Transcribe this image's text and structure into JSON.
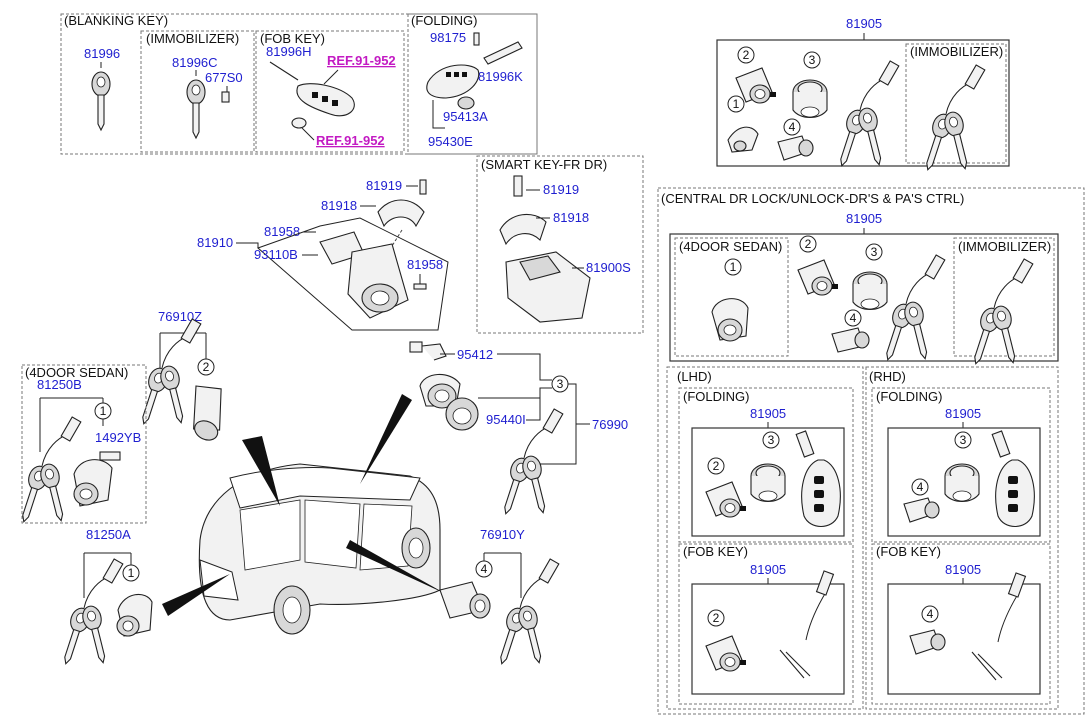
{
  "groups": {
    "blanking_key": "(BLANKING KEY)",
    "immobilizer_top": "(IMMOBILIZER)",
    "fob_key_top": "(FOB KEY)",
    "folding_top": "(FOLDING)",
    "smart_key": "(SMART KEY-FR DR)",
    "four_door_left": "(4DOOR SEDAN)",
    "immobilizer_right": "(IMMOBILIZER)",
    "central": "(CENTRAL DR LOCK/UNLOCK-DR'S & PA'S CTRL)",
    "four_door_central": "(4DOOR SEDAN)",
    "immobilizer_central": "(IMMOBILIZER)",
    "lhd": "(LHD)",
    "rhd": "(RHD)",
    "folding_lhd": "(FOLDING)",
    "folding_rhd": "(FOLDING)",
    "fob_lhd": "(FOB KEY)",
    "fob_rhd": "(FOB KEY)"
  },
  "parts": {
    "p81996": "81996",
    "p81996C": "81996C",
    "p677S0": "677S0",
    "p81996H": "81996H",
    "ref1": "REF.91-952",
    "ref2": "REF.91-952",
    "p98175": "98175",
    "p81996K": "81996K",
    "p95413A": "95413A",
    "p95430E": "95430E",
    "p81905_top": "81905",
    "p81919_a": "81919",
    "p81918_a": "81918",
    "p81958_a": "81958",
    "p81910": "81910",
    "p93110B": "93110B",
    "p81958_b": "81958",
    "p81919_b": "81919",
    "p81918_b": "81918",
    "p81900S": "81900S",
    "p76910Z": "76910Z",
    "p81250B": "81250B",
    "p1492YB": "1492YB",
    "p95412": "95412",
    "p95440I": "95440I",
    "p76990": "76990",
    "p81250A": "81250A",
    "p76910Y": "76910Y",
    "p81905_central": "81905",
    "p81905_lhd_fold": "81905",
    "p81905_rhd_fold": "81905",
    "p81905_lhd_fob": "81905",
    "p81905_rhd_fob": "81905"
  },
  "callouts": {
    "c1": "1",
    "c2": "2",
    "c3": "3",
    "c4": "4"
  }
}
